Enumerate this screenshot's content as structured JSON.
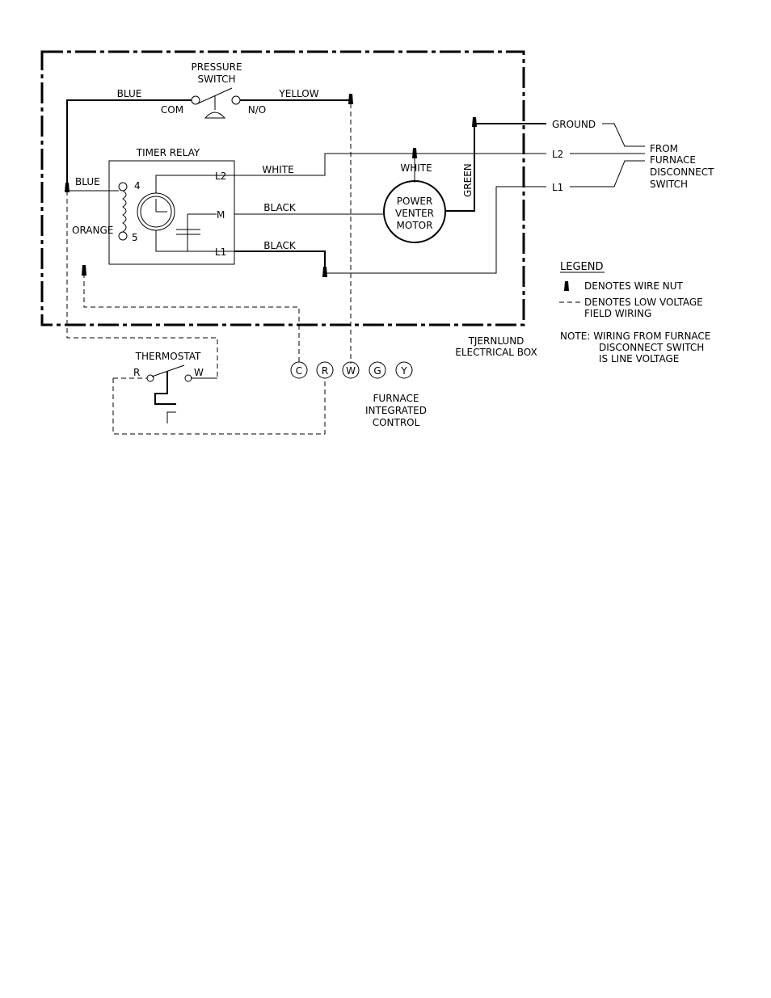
{
  "diagram": {
    "pressure_switch": {
      "line1": "PRESSURE",
      "line2": "SWITCH",
      "com": "COM",
      "no": "N/O"
    },
    "wires": {
      "blue_top": "BLUE",
      "yellow": "YELLOW",
      "blue_left": "BLUE",
      "orange": "ORANGE",
      "white_relay": "WHITE",
      "white_motor": "WHITE",
      "black_m": "BLACK",
      "black_l1": "BLACK",
      "green": "GREEN"
    },
    "timer_relay": {
      "title": "TIMER RELAY",
      "t4": "4",
      "t5": "5",
      "l2": "L2",
      "m": "M",
      "l1": "L1"
    },
    "motor": {
      "line1": "POWER",
      "line2": "VENTER",
      "line3": "MOTOR"
    },
    "supply": {
      "ground": "GROUND",
      "l2": "L2",
      "l1": "L1",
      "from_line1": "FROM",
      "from_line2": "FURNACE",
      "from_line3": "DISCONNECT",
      "from_line4": "SWITCH"
    },
    "legend": {
      "title": "LEGEND",
      "wire_nut": "DENOTES WIRE NUT",
      "low_voltage_line1": "DENOTES LOW VOLTAGE",
      "low_voltage_line2": "FIELD WIRING",
      "note_line1": "NOTE: WIRING FROM FURNACE",
      "note_line2": "DISCONNECT SWITCH",
      "note_line3": "IS LINE VOLTAGE"
    },
    "electrical_box": {
      "line1": "TJERNLUND",
      "line2": "ELECTRICAL BOX"
    },
    "thermostat": {
      "title": "THERMOSTAT",
      "r": "R",
      "w": "W"
    },
    "control_terminals": [
      "C",
      "R",
      "W",
      "G",
      "Y"
    ],
    "furnace_control": {
      "line1": "FURNACE",
      "line2": "INTEGRATED",
      "line3": "CONTROL"
    }
  }
}
